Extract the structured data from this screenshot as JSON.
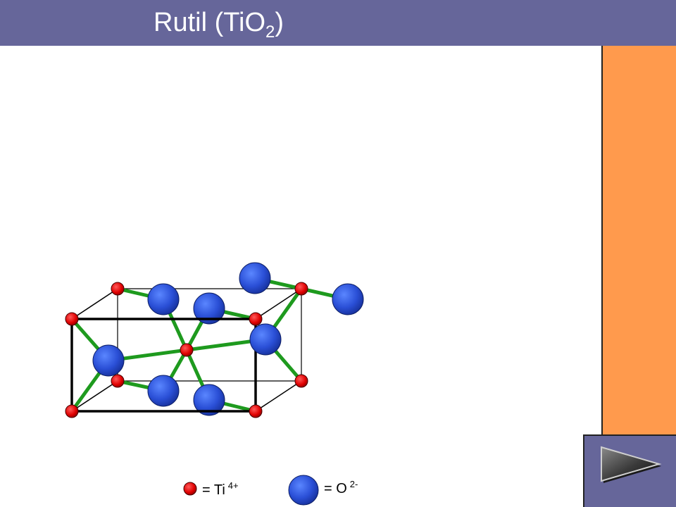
{
  "header": {
    "title_main": "Rutil (TiO",
    "title_sub": "2",
    "title_end": ")"
  },
  "legend": {
    "ti_label": "= Ti",
    "ti_charge": "4+",
    "o_label": "= O",
    "o_charge": "2-"
  },
  "colors": {
    "header_bg": "#66669a",
    "side_panel": "#ff9a4d",
    "ti_atom": "#e00000",
    "o_atom": "#2a4fd6",
    "bond": "#1e9a1e"
  },
  "icons": {
    "next": "play-arrow-icon"
  }
}
